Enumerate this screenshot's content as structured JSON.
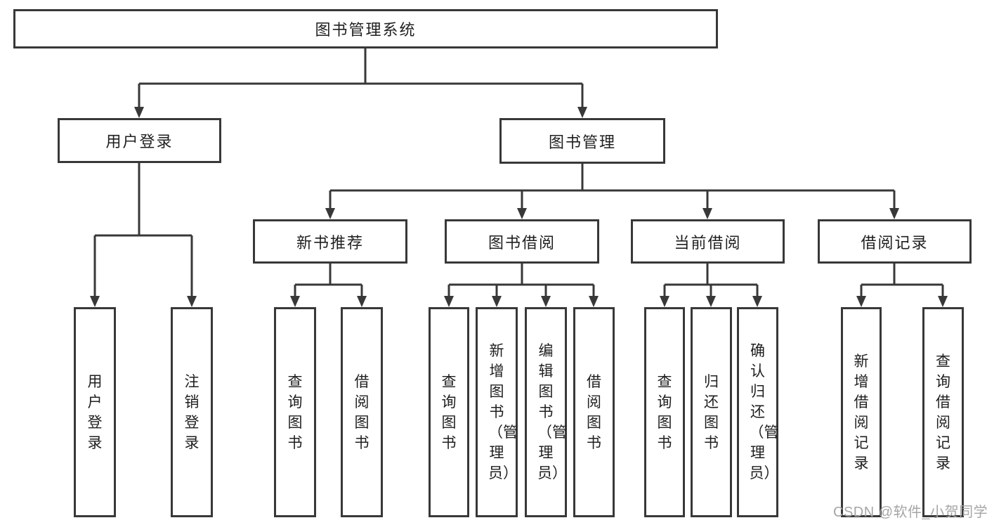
{
  "root": {
    "label": "图书管理系统"
  },
  "level2": [
    {
      "label": "用户登录"
    },
    {
      "label": "图书管理"
    }
  ],
  "level3": [
    {
      "label": "新书推荐"
    },
    {
      "label": "图书借阅"
    },
    {
      "label": "当前借阅"
    },
    {
      "label": "借阅记录"
    }
  ],
  "leaves": {
    "user_login": [
      {
        "label": "用户登录"
      },
      {
        "label": "注销登录"
      }
    ],
    "new_books": [
      {
        "label": "查询图书"
      },
      {
        "label": "借阅图书"
      }
    ],
    "book_borrow": [
      {
        "label": "查询图书"
      },
      {
        "label": "新增图书（管理员）"
      },
      {
        "label": "编辑图书（管理员）"
      },
      {
        "label": "借阅图书"
      }
    ],
    "current_borrow": [
      {
        "label": "查询图书"
      },
      {
        "label": "归还图书"
      },
      {
        "label": "确认归还（管理员）"
      }
    ],
    "borrow_records": [
      {
        "label": "新增借阅记录"
      },
      {
        "label": "查询借阅记录"
      }
    ]
  },
  "watermark": {
    "text": "CSDN @软件_小贺同学"
  },
  "colors": {
    "line": "#383838",
    "text": "#1f1f1f",
    "background": "#ffffff",
    "watermark": "#a6a6a6"
  }
}
